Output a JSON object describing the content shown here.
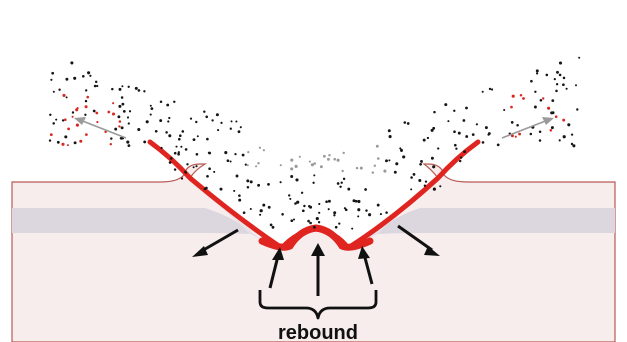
{
  "header_caption": "",
  "label": "rebound",
  "colors": {
    "target_fill": "#f7edec",
    "target_outline": "#b85a55",
    "layer_band": "#dcd7df",
    "crater_rim": "#e0241f",
    "ejecta_dark": "#151515",
    "ejecta_light": "#9a9a9a",
    "ejecta_red": "#d92a22",
    "arrow": "#111111",
    "arrow_faint": "#9a9a9a"
  },
  "icons": {
    "rebound_bracket": "curly-brace-up",
    "force_arrows": "arrow"
  }
}
